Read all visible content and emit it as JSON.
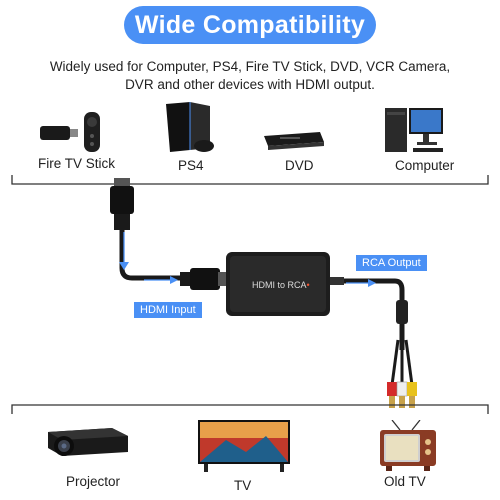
{
  "title": "Wide Compatibility",
  "subtitle_line1": "Widely used for Computer, PS4, Fire TV Stick, DVD, VCR Camera,",
  "subtitle_line2": "DVR and other devices with HDMI output.",
  "sources": {
    "fire_tv": "Fire TV Stick",
    "ps4": "PS4",
    "dvd": "DVD",
    "computer": "Computer"
  },
  "converter_label": "HDMI to RCA",
  "hdmi_input_tag": "HDMI Input",
  "rca_output_tag": "RCA Output",
  "outputs": {
    "projector": "Projector",
    "tv": "TV",
    "old_tv": "Old TV"
  },
  "colors": {
    "accent": "#4a90f5",
    "line": "#333333"
  }
}
